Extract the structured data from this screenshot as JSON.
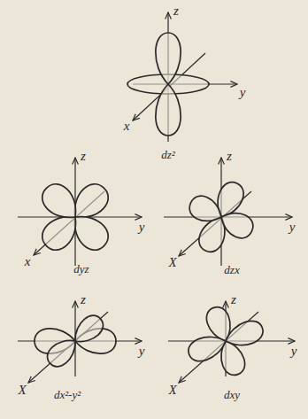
{
  "diagram": {
    "labels": [
      "z",
      "y",
      "x",
      "dz²",
      "z",
      "y",
      "x",
      "dyz",
      "z",
      "y",
      "X",
      "dzx",
      "z",
      "y",
      "X",
      "dx²-y²",
      "z",
      "y",
      "X",
      "dxy"
    ]
  }
}
